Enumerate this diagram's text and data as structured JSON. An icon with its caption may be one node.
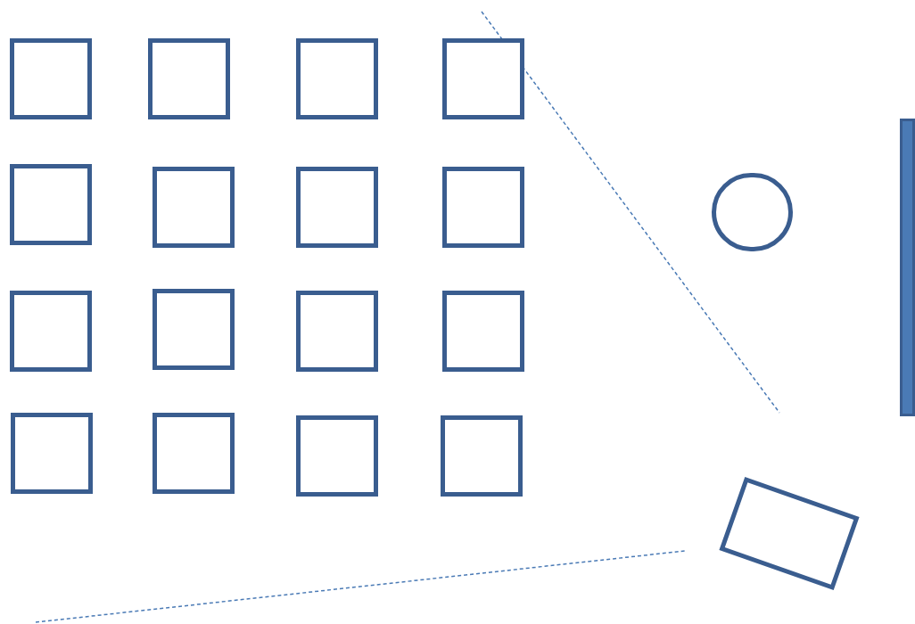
{
  "diagram": {
    "nodes": [
      {
        "text": [],
        "shape": "box"
      },
      {
        "text": [],
        "shape": "box"
      },
      {
        "text": [],
        "shape": "box"
      },
      {
        "text": [],
        "shape": "box"
      },
      {
        "text": [],
        "shape": "box"
      },
      {
        "text": [],
        "shape": "box"
      },
      {
        "text": [],
        "shape": "box"
      },
      {
        "text": [],
        "shape": "box"
      },
      {
        "text": [],
        "shape": "box"
      },
      {
        "text": [],
        "shape": "box"
      },
      {
        "text": [],
        "shape": "box"
      },
      {
        "text": [],
        "shape": "box"
      },
      {
        "text": [],
        "shape": "box"
      },
      {
        "text": [],
        "shape": "box"
      },
      {
        "text": [],
        "shape": "box"
      },
      {
        "text": [],
        "shape": "box"
      },
      {
        "text": [],
        "shape": "circle"
      },
      {
        "text": [],
        "shape": "bar"
      },
      {
        "text": [],
        "shape": "box"
      }
    ]
  }
}
